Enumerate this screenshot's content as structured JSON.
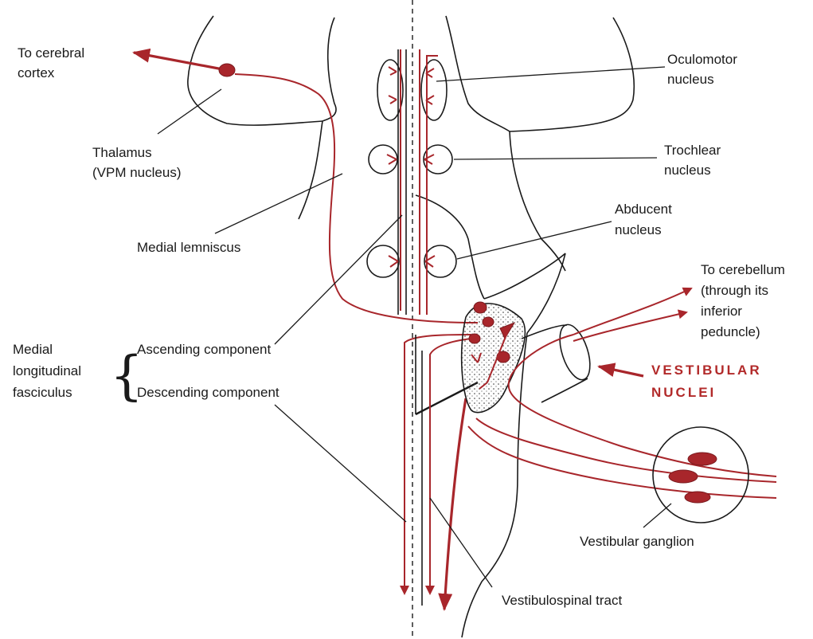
{
  "labels": {
    "to_cerebral_cortex": [
      "To cerebral",
      "cortex"
    ],
    "thalamus": [
      "Thalamus",
      "(VPM nucleus)"
    ],
    "medial_lemniscus": "Medial lemniscus",
    "oculomotor": [
      "Oculomotor",
      "nucleus"
    ],
    "trochlear": [
      "Trochlear",
      "nucleus"
    ],
    "abducent": [
      "Abducent",
      "nucleus"
    ],
    "to_cerebellum": [
      "To cerebellum",
      "(through its",
      "inferior",
      "peduncle)"
    ],
    "vestibular_nuclei": [
      "VESTIBULAR",
      "NUCLEI"
    ],
    "mlf": [
      "Medial",
      "longitudinal",
      "fasciculus"
    ],
    "brace": "{",
    "ascending_component": "Ascending component",
    "descending_component": "Descending component",
    "vestibular_ganglion": "Vestibular ganglion",
    "vestibulospinal_tract": "Vestibulospinal tract"
  },
  "colors": {
    "pathway_red": "#a8262b",
    "outline": "#1a1a1a",
    "background": "#ffffff"
  }
}
